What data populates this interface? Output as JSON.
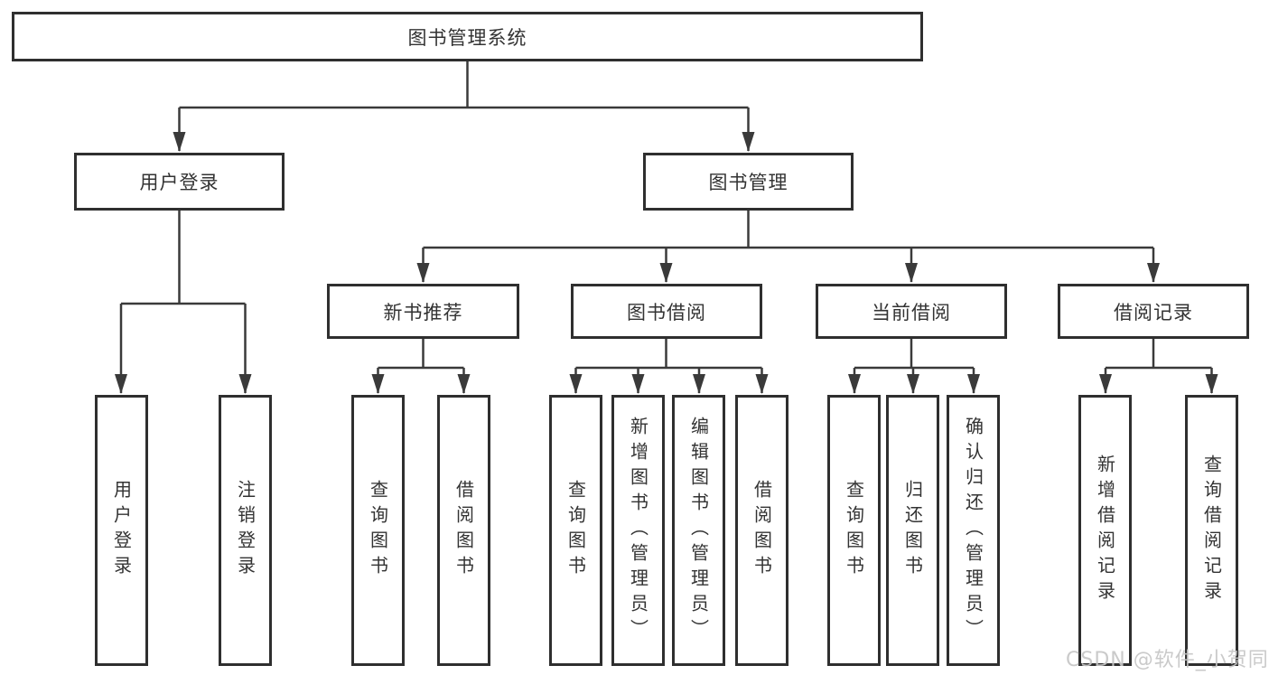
{
  "diagram": {
    "nodes": {
      "root": {
        "label": "图书管理系统"
      },
      "user_login": {
        "label": "用户登录"
      },
      "book_mgmt": {
        "label": "图书管理"
      },
      "new_book_rec": {
        "label": "新书推荐"
      },
      "book_borrow": {
        "label": "图书借阅"
      },
      "current_borrow": {
        "label": "当前借阅"
      },
      "borrow_records": {
        "label": "借阅记录"
      },
      "leaf_user_login": {
        "label": "用户登录"
      },
      "leaf_logout": {
        "label": "注销登录"
      },
      "leaf_query_book_1": {
        "label": "查询图书"
      },
      "leaf_borrow_book_1": {
        "label": "借阅图书"
      },
      "leaf_query_book_2": {
        "label": "查询图书"
      },
      "leaf_add_book": {
        "label": "新增图书（管理员）"
      },
      "leaf_edit_book": {
        "label": "编辑图书（管理员）"
      },
      "leaf_borrow_book_2": {
        "label": "借阅图书"
      },
      "leaf_query_book_3": {
        "label": "查询图书"
      },
      "leaf_return_book": {
        "label": "归还图书"
      },
      "leaf_confirm_return": {
        "label": "确认归还（管理员）"
      },
      "leaf_add_record": {
        "label": "新增借阅记录"
      },
      "leaf_query_record": {
        "label": "查询借阅记录"
      }
    },
    "edges": [
      {
        "from": "root",
        "to": "user_login"
      },
      {
        "from": "root",
        "to": "book_mgmt"
      },
      {
        "from": "user_login",
        "to": "leaf_user_login"
      },
      {
        "from": "user_login",
        "to": "leaf_logout"
      },
      {
        "from": "book_mgmt",
        "to": "new_book_rec"
      },
      {
        "from": "book_mgmt",
        "to": "book_borrow"
      },
      {
        "from": "book_mgmt",
        "to": "current_borrow"
      },
      {
        "from": "book_mgmt",
        "to": "borrow_records"
      },
      {
        "from": "new_book_rec",
        "to": "leaf_query_book_1"
      },
      {
        "from": "new_book_rec",
        "to": "leaf_borrow_book_1"
      },
      {
        "from": "book_borrow",
        "to": "leaf_query_book_2"
      },
      {
        "from": "book_borrow",
        "to": "leaf_add_book"
      },
      {
        "from": "book_borrow",
        "to": "leaf_edit_book"
      },
      {
        "from": "book_borrow",
        "to": "leaf_borrow_book_2"
      },
      {
        "from": "current_borrow",
        "to": "leaf_query_book_3"
      },
      {
        "from": "current_borrow",
        "to": "leaf_return_book"
      },
      {
        "from": "current_borrow",
        "to": "leaf_confirm_return"
      },
      {
        "from": "borrow_records",
        "to": "leaf_add_record"
      },
      {
        "from": "borrow_records",
        "to": "leaf_query_record"
      }
    ],
    "colors": {
      "line": "#3a3a3a",
      "box_border": "#2f2f2f",
      "text": "#333333",
      "watermark": "#c6c6c6",
      "background": "#ffffff"
    }
  },
  "watermark": {
    "text": "CSDN @软件_小贺同学"
  }
}
